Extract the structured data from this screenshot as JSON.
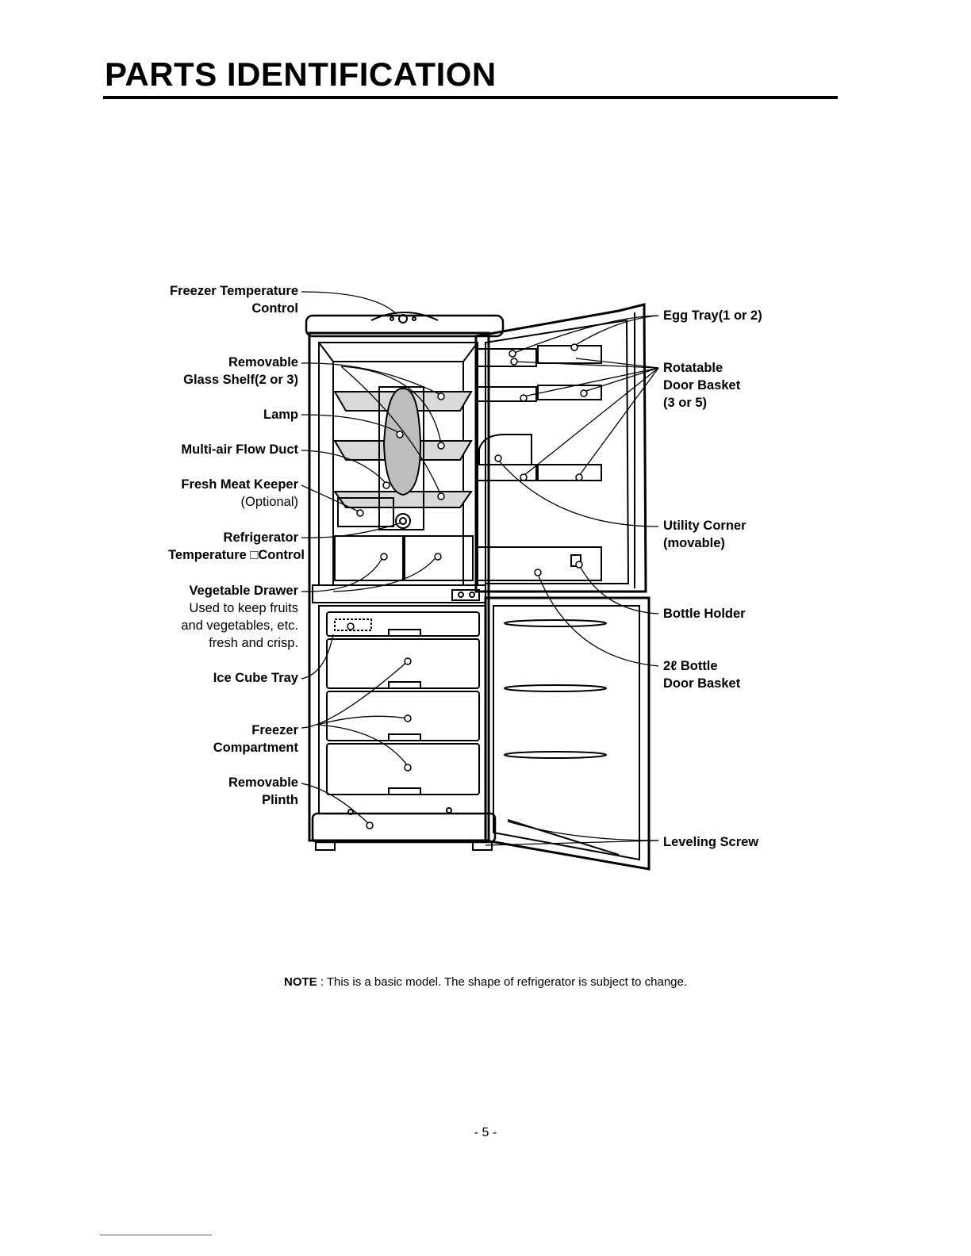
{
  "page": {
    "title": "PARTS IDENTIFICATION",
    "note_label": "NOTE",
    "note_text": " : This is a basic model. The shape of refrigerator is subject to change.",
    "page_number": "- 5 -"
  },
  "labels_left": {
    "freezer_temperature_control": [
      "Freezer Temperature",
      "Control"
    ],
    "removable_glass_shelf": [
      "Removable",
      "Glass Shelf(2 or 3)"
    ],
    "lamp": "Lamp",
    "multi_air_flow_duct": "Multi-air Flow Duct",
    "fresh_meat_keeper": [
      "Fresh Meat Keeper",
      "(Optional)"
    ],
    "refrigerator_temperature_control": [
      "Refrigerator",
      "Temperature □Control"
    ],
    "vegetable_drawer": "Vegetable Drawer",
    "vegetable_drawer_desc": [
      "Used to keep fruits",
      "and vegetables, etc.",
      "fresh and crisp."
    ],
    "ice_cube_tray": "Ice Cube Tray",
    "freezer_compartment": [
      "Freezer",
      "Compartment"
    ],
    "removable_plinth": [
      "Removable",
      "Plinth"
    ]
  },
  "labels_right": {
    "egg_tray": "Egg Tray(1 or 2)",
    "rotatable_door_basket": [
      "Rotatable",
      "Door Basket",
      "(3 or 5)"
    ],
    "utility_corner": [
      "Utility Corner",
      "(movable)"
    ],
    "bottle_holder": "Bottle Holder",
    "bottle_door_basket": [
      "2ℓ Bottle",
      "Door Basket"
    ],
    "leveling_screw": "Leveling Screw"
  },
  "colors": {
    "ink": "#000000",
    "duct_fill": "#bdbdbd",
    "shelf_fill": "#d9d9d9",
    "footer_rule": "#3a55c8"
  }
}
